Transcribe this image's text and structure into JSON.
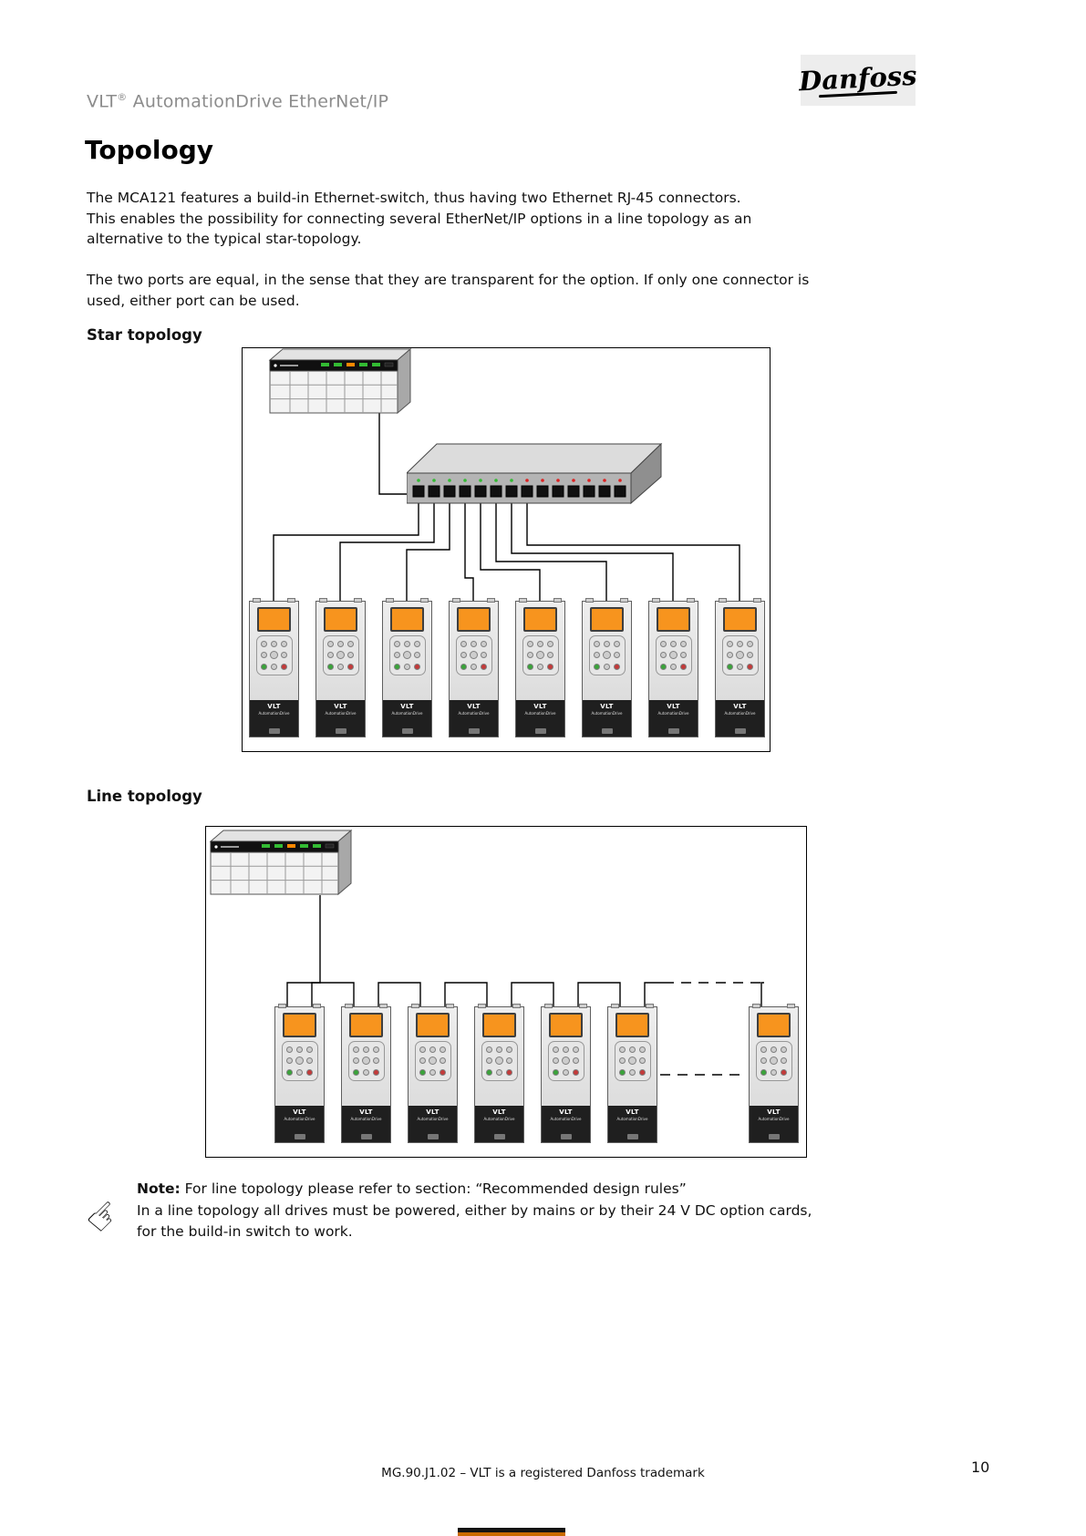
{
  "header": {
    "brand": "VLT",
    "registered": "®",
    "product": " AutomationDrive EtherNet/IP",
    "logo": "Danfoss"
  },
  "page": {
    "title": "Topology",
    "footer": "MG.90.J1.02 – VLT is a registered Danfoss trademark",
    "page_number": "10"
  },
  "intro": {
    "p1": [
      "The MCA121 features a build-in Ethernet-switch, thus having two Ethernet RJ-45 connectors.",
      "This enables the possibility for connecting several EtherNet/IP options in a line topology as an",
      "alternative to the typical star-topology."
    ],
    "p2": [
      "The two ports are equal, in the sense that they are transparent for the option. If only one connector is",
      "used, either port can be used."
    ]
  },
  "sections": {
    "star": {
      "heading": "Star topology",
      "drive_count": 8
    },
    "line": {
      "heading": "Line topology",
      "chained_drive_count": 6,
      "continued_drive_count": 1
    }
  },
  "drive": {
    "line1": "VLT",
    "line2": "AutomationDrive"
  },
  "note": {
    "label": "Note:",
    "text": " For line topology please refer to section: “Recommended design rules”",
    "line2": "In a line topology all drives must be powered, either by mains or by their 24 V DC option cards,",
    "line3": "for the build-in switch to work."
  },
  "colors": {
    "drive_display_orange": "#F7941E",
    "led_green": "#33bb33",
    "led_red": "#dd2222",
    "plc_led_orange": "#ff8800",
    "header_gray": "#8c8c8c"
  }
}
